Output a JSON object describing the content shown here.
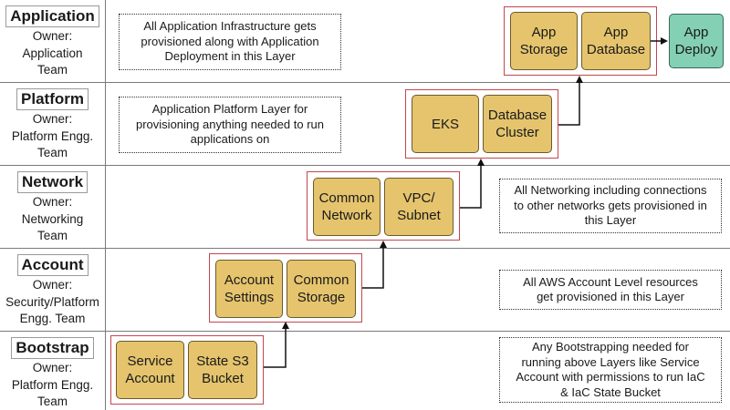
{
  "layers": [
    {
      "title": "Application",
      "owner_1": "Owner:",
      "owner_2": "Application",
      "owner_3": "Team"
    },
    {
      "title": "Platform",
      "owner_1": "Owner:",
      "owner_2": "Platform Engg.",
      "owner_3": "Team"
    },
    {
      "title": "Network",
      "owner_1": "Owner:",
      "owner_2": "Networking",
      "owner_3": "Team"
    },
    {
      "title": "Account",
      "owner_1": "Owner:",
      "owner_2": "Security/Platform",
      "owner_3": "Engg. Team"
    },
    {
      "title": "Bootstrap",
      "owner_1": "Owner:",
      "owner_2": "Platform Engg.",
      "owner_3": "Team"
    }
  ],
  "notes": {
    "application": [
      "All Application Infrastructure gets",
      "provisioned along with Application",
      "Deployment in this Layer"
    ],
    "platform": [
      "Application Platform Layer for",
      "provisioning anything needed to run",
      "applications on"
    ],
    "network": [
      "All Networking including connections",
      "to other networks gets provisioned in",
      "this Layer"
    ],
    "account": [
      "All AWS Account Level resources",
      "get provisioned in this Layer"
    ],
    "bootstrap": [
      "Any Bootstrapping needed for",
      "running above Layers like Service",
      "Account with permissions to run IaC",
      "& IaC State Bucket"
    ]
  },
  "components": {
    "app_storage": [
      "App",
      "Storage"
    ],
    "app_database": [
      "App",
      "Database"
    ],
    "app_deploy": [
      "App",
      "Deploy"
    ],
    "eks": [
      "EKS"
    ],
    "database_cluster": [
      "Database",
      "Cluster"
    ],
    "common_network": [
      "Common",
      "Network"
    ],
    "vpc_subnet": [
      "VPC/",
      "Subnet"
    ],
    "account_settings": [
      "Account",
      "Settings"
    ],
    "common_storage": [
      "Common",
      "Storage"
    ],
    "service_account": [
      "Service",
      "Account"
    ],
    "state_s3_bucket": [
      "State S3",
      "Bucket"
    ]
  },
  "colors": {
    "component_fill": "#e5c46d",
    "deploy_fill": "#83d0b5",
    "group_border": "#c2474f",
    "grid_line": "#7a7a7a"
  }
}
